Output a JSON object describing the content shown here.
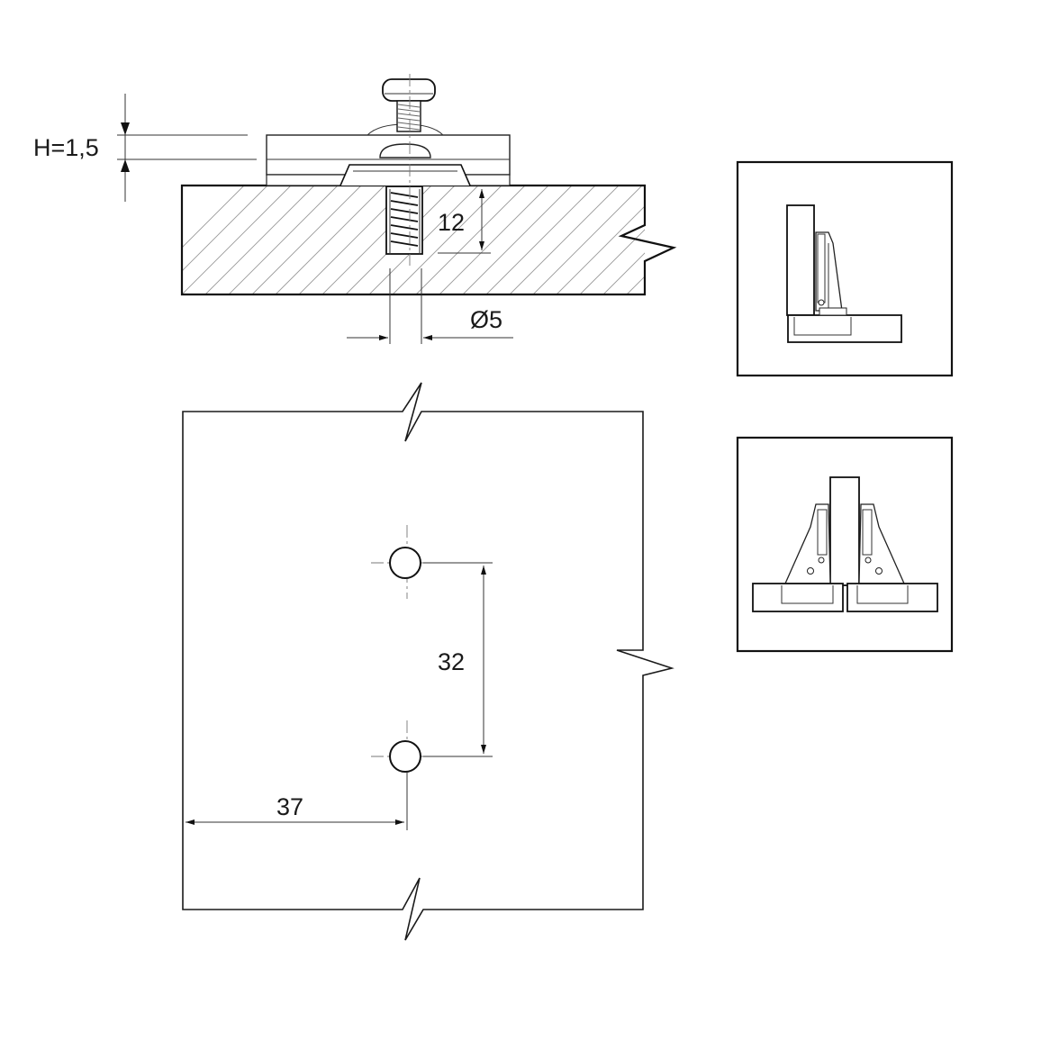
{
  "dimensions": {
    "plate_height": "H=1,5",
    "screw_depth": "12",
    "drill_diameter": "Ø5",
    "hole_spacing": "32",
    "edge_distance": "37"
  },
  "icons": {
    "top_thumbnail": "half-overlay-hinge-icon",
    "bottom_thumbnail": "twin-hinge-icon"
  }
}
